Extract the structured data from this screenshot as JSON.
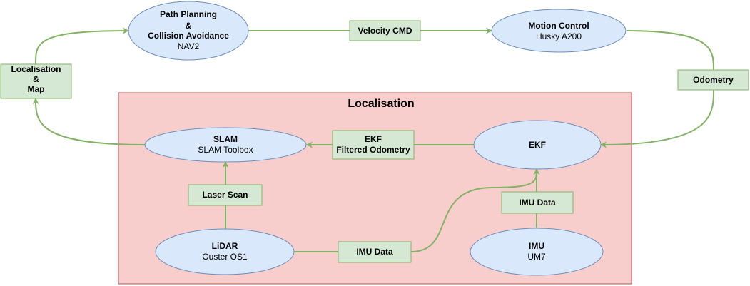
{
  "colors": {
    "edge": "#82b366",
    "label_fill": "#d5e8d4",
    "node_fill": "#dae8fc",
    "node_stroke": "#6c8ebf",
    "group_fill": "#f8cecc",
    "group_stroke": "#b85450"
  },
  "group": {
    "title": "Localisation"
  },
  "nodes": {
    "path_planning": {
      "line1": "Path Planning",
      "line2": "&",
      "line3": "Collision Avoidance",
      "sub": "NAV2"
    },
    "motion_control": {
      "title": "Motion Control",
      "sub": "Husky A200"
    },
    "slam": {
      "title": "SLAM",
      "sub": "SLAM Toolbox"
    },
    "ekf": {
      "title": "EKF"
    },
    "lidar": {
      "title": "LiDAR",
      "sub": "Ouster OS1"
    },
    "imu": {
      "title": "IMU",
      "sub": "UM7"
    }
  },
  "labels": {
    "velocity_cmd": "Velocity CMD",
    "odometry": "Odometry",
    "localisation_map": {
      "line1": "Localisation",
      "line2": "&",
      "line3": "Map"
    },
    "ekf_filtered": {
      "line1": "EKF",
      "line2": "Filtered Odometry"
    },
    "laser_scan": "Laser Scan",
    "imu_data_lidar": "IMU Data",
    "imu_data_imu": "IMU Data"
  }
}
